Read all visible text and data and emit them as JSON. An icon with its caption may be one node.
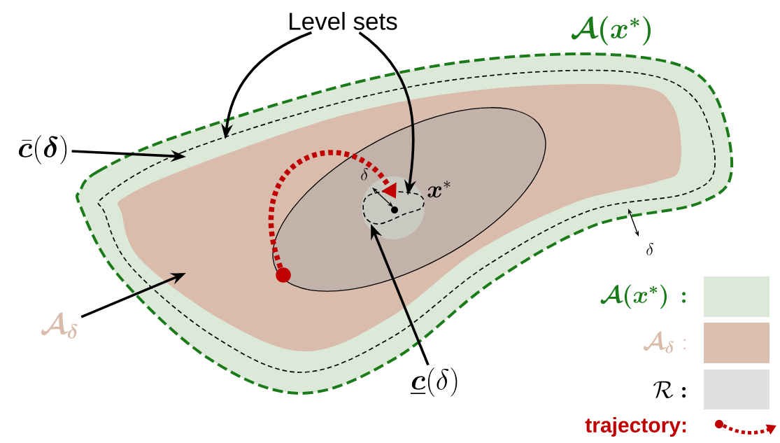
{
  "diagram": {
    "nodes": [
      {
        "text": [
          "Level sets"
        ]
      },
      {
        "text": [
          "\\bar{\\boldsymbol{c}}(\\boldsymbol{\\delta})"
        ]
      },
      {
        "text": [
          "\\boldsymbol{\\mathcal{A}_{\\delta}}"
        ]
      },
      {
        "text": [
          "\\underline{\\boldsymbol{c}}(\\delta)"
        ]
      },
      {
        "text": [],
        "shape": "loop"
      },
      {
        "text": [],
        "shape": "blob",
        "in": 4
      },
      {
        "text": [],
        "shape": "loop",
        "in": 5
      },
      {
        "text": [],
        "shape": "circle",
        "in": 5
      }
    ],
    "edges": [
      {
        "from": 0,
        "to": 4,
        "arrow": "to"
      },
      {
        "from": 0,
        "to": 6,
        "arrow": "to"
      },
      {
        "from": 1,
        "to": 4,
        "arrow": "to"
      },
      {
        "from": 2,
        "to": 5,
        "arrow": "to"
      },
      {
        "from": 3,
        "to": 6,
        "arrow": "to"
      },
      {
        "from": 7,
        "to": 6,
        "arrow": "to",
        "style": "dashed",
        "color": "#c00000"
      }
    ],
    "labels": [
      "\\boldsymbol{\\mathcal{A}(x^{*})}",
      "\\delta",
      "\\boldsymbol{x}^{*}",
      "\\delta"
    ],
    "legend": [
      {
        "text": "\\boldsymbol{\\mathcal{A}(x^{*})\\,:}",
        "color": "#dce9d8"
      },
      {
        "text": "\\boldsymbol{\\mathcal{A}_{\\delta}}:",
        "color": "#dbc0b0"
      },
      {
        "text": "\\mathcal{R}\\boldsymbol{:}",
        "color": "#e0e0e0"
      },
      {
        "text": "trajectory:"
      }
    ]
  }
}
